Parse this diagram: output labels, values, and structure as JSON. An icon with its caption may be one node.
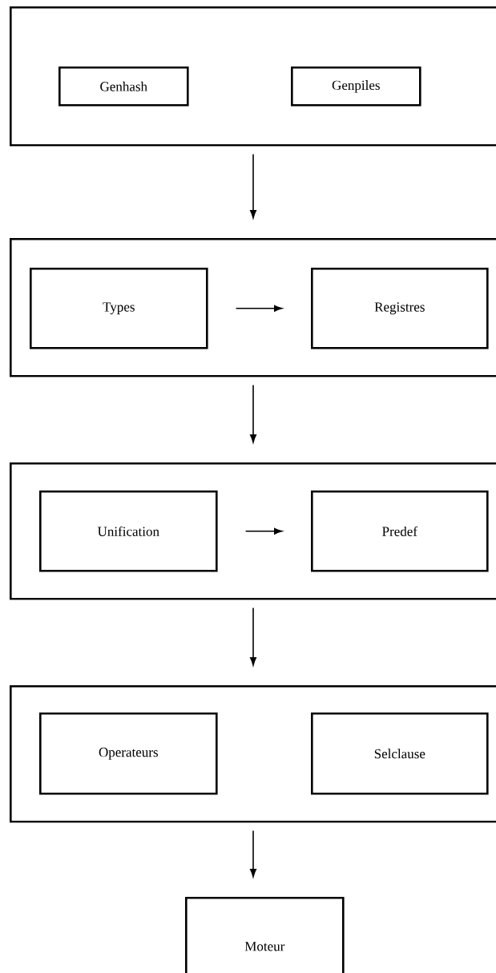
{
  "diagram": {
    "nodes": [
      {
        "text": [],
        "shape": "box"
      },
      {
        "text": [
          "Genhash"
        ],
        "in": 0
      },
      {
        "text": [
          "Genpiles"
        ],
        "in": 0
      },
      {
        "text": [],
        "shape": "box"
      },
      {
        "text": [
          "Types"
        ],
        "in": 3
      },
      {
        "text": [
          "Registres"
        ],
        "in": 3
      },
      {
        "text": [],
        "shape": "box"
      },
      {
        "text": [
          "Unification"
        ],
        "in": 6
      },
      {
        "text": [
          "Predef"
        ],
        "in": 6
      },
      {
        "text": [],
        "shape": "box"
      },
      {
        "text": [
          "Operateurs"
        ],
        "in": 9
      },
      {
        "text": [
          "Selclause"
        ],
        "in": 9
      },
      {
        "text": [
          "Moteur"
        ]
      }
    ],
    "edges": [
      {
        "from": 0,
        "to": 3,
        "arrow": "to"
      },
      {
        "from": 4,
        "to": 5,
        "arrow": "to"
      },
      {
        "from": 3,
        "to": 6,
        "arrow": "to"
      },
      {
        "from": 7,
        "to": 8,
        "arrow": "to"
      },
      {
        "from": 6,
        "to": 9,
        "arrow": "to"
      },
      {
        "from": 9,
        "to": 12,
        "arrow": "to"
      }
    ]
  }
}
